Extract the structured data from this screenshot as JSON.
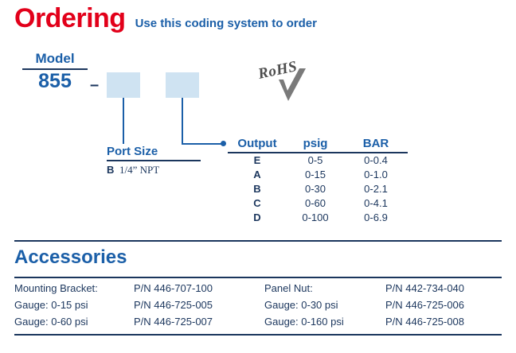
{
  "header": {
    "title": "Ordering",
    "subtitle": "Use this coding system to order"
  },
  "coding": {
    "model_label": "Model",
    "model_number": "855",
    "dash": "–",
    "rohs_mark": "RoHS",
    "port_size": {
      "title": "Port Size",
      "code": "B",
      "description": "1/4” NPT"
    },
    "output": {
      "headers": [
        "Output",
        "psig",
        "BAR"
      ],
      "rows": [
        {
          "code": "E",
          "psig": "0-5",
          "bar": "0-0.4"
        },
        {
          "code": "A",
          "psig": "0-15",
          "bar": "0-1.0"
        },
        {
          "code": "B",
          "psig": "0-30",
          "bar": "0-2.1"
        },
        {
          "code": "C",
          "psig": "0-60",
          "bar": "0-4.1"
        },
        {
          "code": "D",
          "psig": "0-100",
          "bar": "0-6.9"
        }
      ]
    }
  },
  "accessories": {
    "title": "Accessories",
    "rows": [
      {
        "left_name": "Mounting Bracket:",
        "left_pn": "P/N 446-707-100",
        "right_name": "Panel Nut:",
        "right_pn": "P/N 442-734-040"
      },
      {
        "left_name": "Gauge: 0-15 psi",
        "left_pn": "P/N 446-725-005",
        "right_name": "Gauge: 0-30 psi",
        "right_pn": "P/N 446-725-006"
      },
      {
        "left_name": "Gauge: 0-60 psi",
        "left_pn": "P/N 446-725-007",
        "right_name": "Gauge: 0-160 psi",
        "right_pn": "P/N 446-725-008"
      }
    ]
  },
  "colors": {
    "red": "#e2001a",
    "blue": "#1b5fa8",
    "navy": "#1b365d",
    "blank_fill": "#cfe3f2"
  }
}
